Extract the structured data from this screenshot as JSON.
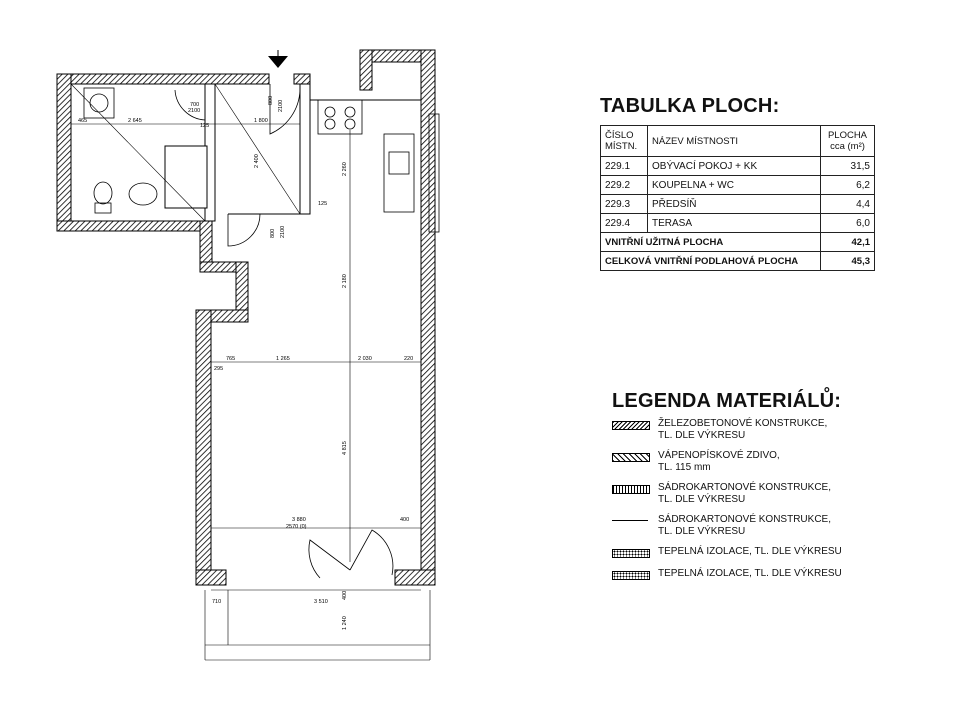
{
  "areas_table": {
    "title": "TABULKA PLOCH:",
    "header": {
      "num_line1": "ČÍSLO",
      "num_line2": "MÍSTN.",
      "name": "NÁZEV MÍSTNOSTI",
      "area_line1": "PLOCHA",
      "area_line2": "cca (m²)"
    },
    "rows": [
      {
        "num": "229.1",
        "name": "OBÝVACÍ POKOJ + KK",
        "area": "31,5"
      },
      {
        "num": "229.2",
        "name": "KOUPELNA + WC",
        "area": "6,2"
      },
      {
        "num": "229.3",
        "name": "PŘEDSÍŇ",
        "area": "4,4"
      },
      {
        "num": "229.4",
        "name": "TERASA",
        "area": "6,0"
      }
    ],
    "totals": [
      {
        "label": "VNITŘNÍ UŽITNÁ PLOCHA",
        "area": "42,1"
      },
      {
        "label": "CELKOVÁ VNITŘNÍ PODLAHOVÁ PLOCHA",
        "area": "45,3"
      }
    ]
  },
  "legend": {
    "title": "LEGENDA MATERIÁLŮ:",
    "items": [
      {
        "line1": "ŽELEZOBETONOVÉ KONSTRUKCE,",
        "line2": "TL. DLE VÝKRESU",
        "pattern": "hatch-diagonal"
      },
      {
        "line1": "VÁPENOPÍSKOVÉ ZDIVO,",
        "line2": "TL. 115 mm",
        "pattern": "hatch-cross"
      },
      {
        "line1": "SÁDROKARTONOVÉ KONSTRUKCE,",
        "line2": "TL. DLE VÝKRESU",
        "pattern": "hatch-vertical"
      },
      {
        "line1": "SÁDROKARTONOVÉ KONSTRUKCE,",
        "line2": "TL. DLE VÝKRESU",
        "pattern": "line"
      },
      {
        "line1": "TEPELNÁ IZOLACE, TL. DLE VÝKRESU",
        "pattern": "dots"
      },
      {
        "line1": "TEPELNÁ IZOLACE, TL. DLE VÝKRESU",
        "pattern": "dots"
      }
    ]
  },
  "plan": {
    "dimensions": {
      "d_465": "465",
      "d_2645": "2 645",
      "d_1800": "1 800",
      "d_700": "700",
      "d_2100a": "2100",
      "d_125": "125",
      "d_800a": "800",
      "d_2100b": "2100",
      "d_2400": "2 400",
      "d_2260": "2 260",
      "d_125b": "125",
      "d_2180": "2 180",
      "d_800b": "800",
      "d_2100c": "2100",
      "d_765": "765",
      "d_1265": "1 265",
      "d_2030": "2 030",
      "d_220": "220",
      "d_295": "295",
      "d_4815": "4 815",
      "d_3880": "3 880",
      "d_2570": "2570 (0)",
      "d_400a": "400",
      "d_710": "710",
      "d_3510": "3 510",
      "d_400b": "400",
      "d_1240": "1 240"
    }
  }
}
